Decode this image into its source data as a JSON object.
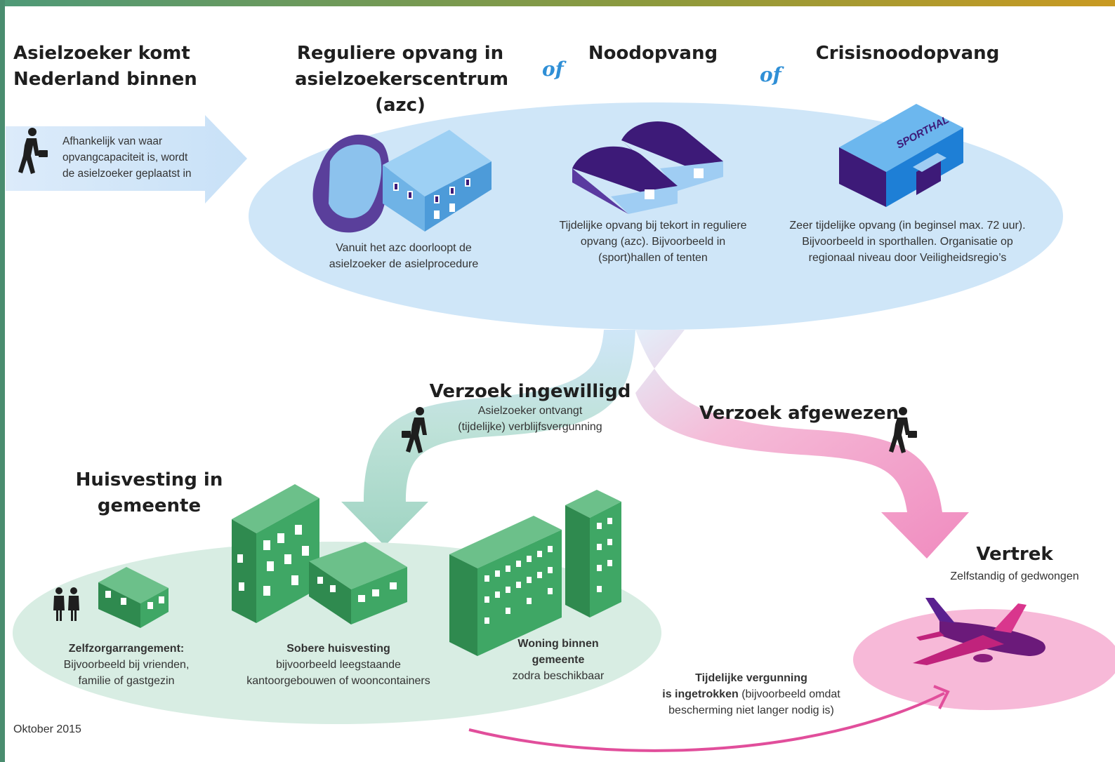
{
  "stage_entry": {
    "title_line1": "Asielzoeker komt",
    "title_line2": "Nederland binnen",
    "arrow_text": [
      "Afhankelijk van waar",
      "opvangcapaciteit is, wordt",
      "de asielzoeker  geplaatst in"
    ]
  },
  "stage_regular": {
    "title": [
      "Reguliere opvang in",
      "asielzoekerscentrum",
      "(azc)"
    ],
    "desc": [
      "Vanuit het azc doorloopt de",
      "asielzoeker de asielprocedure"
    ]
  },
  "connector_1": "of",
  "stage_emergency": {
    "title": "Noodopvang",
    "desc": [
      "Tijdelijke opvang bij tekort in reguliere",
      "opvang (azc). Bijvoorbeeld in",
      "(sport)hallen of tenten"
    ]
  },
  "connector_2": "of",
  "stage_crisis": {
    "title": "Crisisnoodopvang",
    "sign": "SPORTHAL",
    "desc": [
      "Zeer tijdelijke opvang (in beginsel max. 72 uur).",
      "Bijvoorbeeld in sporthallen. Organisatie op",
      "regionaal niveau door Veiligheidsregio’s"
    ]
  },
  "granted": {
    "title": "Verzoek ingewilligd",
    "desc": [
      "Asielzoeker ontvangt",
      "(tijdelijke) verblijfsvergunning"
    ]
  },
  "rejected": {
    "title": "Verzoek afgewezen"
  },
  "housing": {
    "title": [
      "Huisvesting in",
      "gemeente"
    ],
    "options": [
      {
        "title": "Zelfzorgarrangement:",
        "desc": [
          "Bijvoorbeeld bij vrienden,",
          "familie of gastgezin"
        ]
      },
      {
        "title": "Sobere huisvesting",
        "desc": [
          "bijvoorbeeld leegstaande",
          "kantoorgebouwen of wooncontainers"
        ]
      },
      {
        "title_lines": [
          "Woning binnen",
          "gemeente"
        ],
        "desc": "zodra beschikbaar"
      }
    ]
  },
  "departure": {
    "title": "Vertrek",
    "desc": "Zelfstandig of gedwongen"
  },
  "revoked": {
    "title_line1": "Tijdelijke vergunning",
    "title_line2_bold": "is ingetrokken",
    "title_line2_rest": " (bijvoorbeeld omdat",
    "line3": "bescherming niet langer nodig is)"
  },
  "date": "Oktober 2015",
  "colors": {
    "light_blue": "#cfe6f8",
    "azc_blue": "#8ec6ee",
    "purple": "#3d1a78",
    "green": "#3f9e62",
    "mint": "#d8ede3",
    "pink": "#e14e9b",
    "pink_light": "#f3a3cb"
  }
}
